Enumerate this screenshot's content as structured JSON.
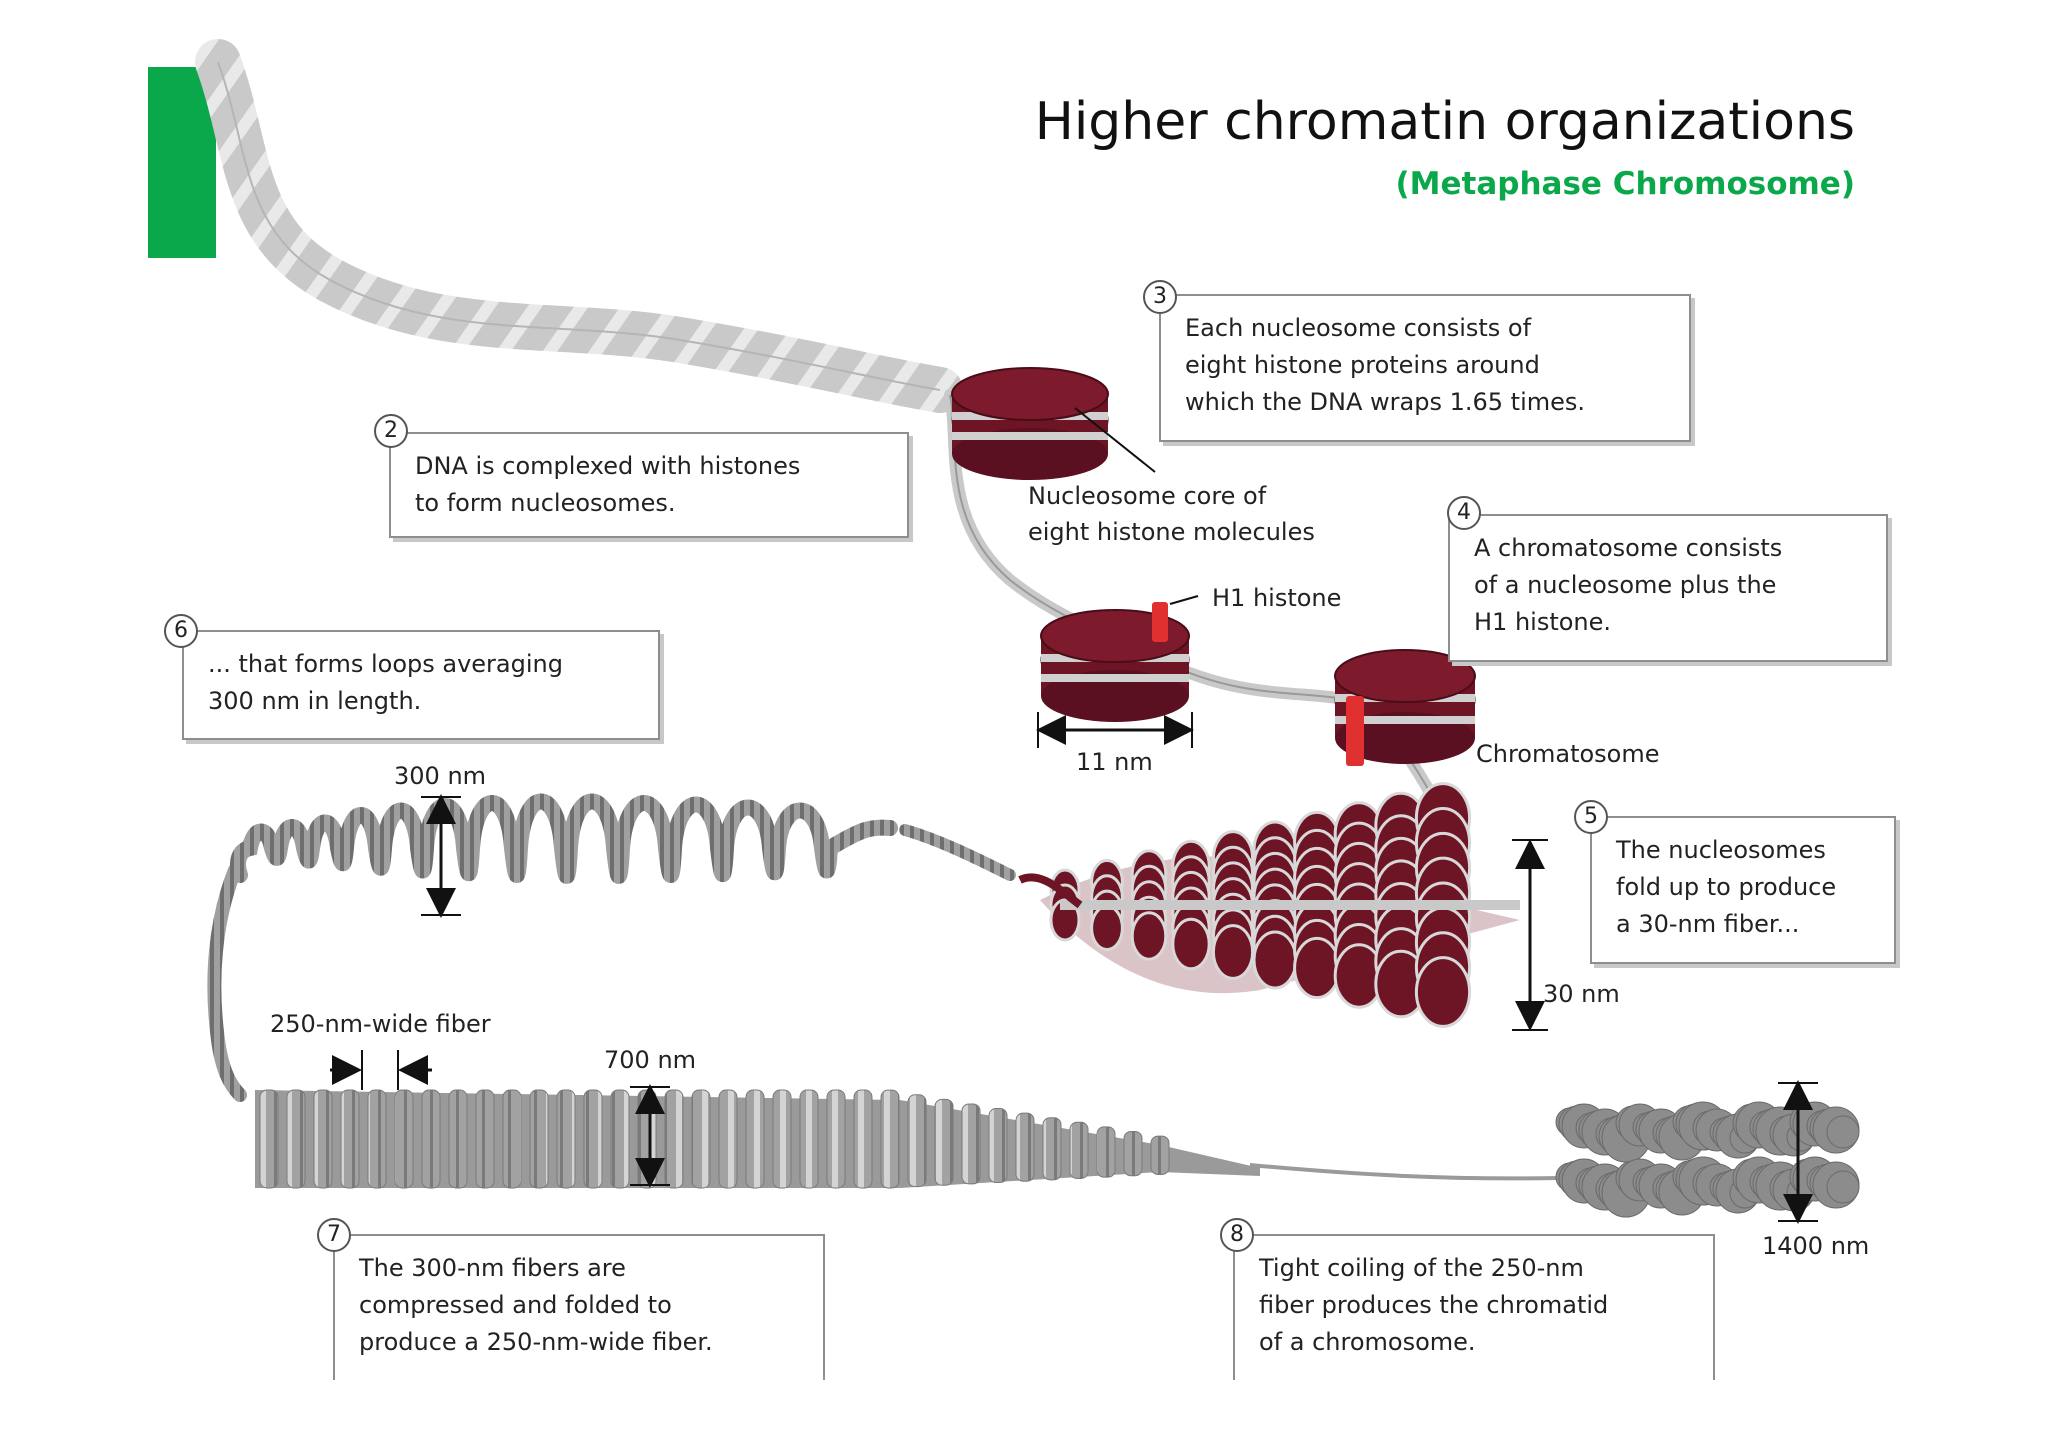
{
  "slide": {
    "title": "Higher chromatin organizations",
    "subtitle": "(Metaphase Chromosome)",
    "accent_color": "#0aa84a"
  },
  "callouts": [
    {
      "num": "2",
      "lines": [
        "DNA is complexed with histones",
        "to form nucleosomes."
      ]
    },
    {
      "num": "3",
      "lines": [
        "Each nucleosome consists of",
        "eight histone proteins around",
        "which the DNA wraps 1.65 times."
      ]
    },
    {
      "num": "4",
      "lines": [
        "A chromatosome consists",
        "of a nucleosome plus the",
        "H1 histone."
      ]
    },
    {
      "num": "5",
      "lines": [
        "The nucleosomes",
        "fold up to produce",
        "a 30-nm fiber..."
      ]
    },
    {
      "num": "6",
      "lines": [
        "... that forms loops averaging",
        "300 nm in length."
      ]
    },
    {
      "num": "7",
      "lines": [
        "The 300-nm fibers are",
        "compressed and folded to",
        "produce a 250-nm-wide fiber."
      ]
    },
    {
      "num": "8",
      "lines": [
        "Tight coiling of the 250-nm",
        "fiber produces the chromatid",
        "of a chromosome."
      ]
    }
  ],
  "labels": {
    "nucleosome_core": [
      "Nucleosome core of",
      "eight histone molecules"
    ],
    "h1_histone": "H1 histone",
    "nm11": "11 nm",
    "chromatosome": "Chromatosome",
    "nm30": "30 nm",
    "nm300": "300 nm",
    "fiber250": "250-nm-wide fiber",
    "nm700": "700 nm",
    "nm1400": "1400 nm"
  },
  "colors": {
    "histone": "#6e1525",
    "histone_top": "#7d1a2c",
    "dna": "#c9c9c9",
    "dna_dark": "#8f8f8f",
    "h1": "#e03030",
    "fiber": "#9a9a9a",
    "callout_border": "#8e8e8e"
  }
}
